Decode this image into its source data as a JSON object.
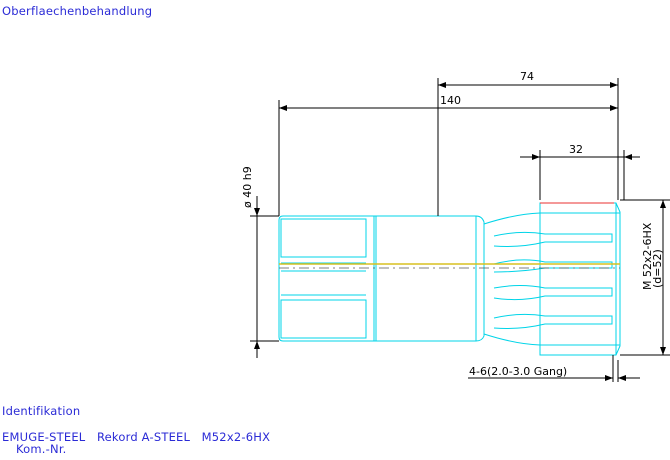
{
  "header": {
    "title": "Oberflaechenbehandlung"
  },
  "drawing": {
    "dimensions": {
      "overall_length": "140",
      "thread_section_length": "74",
      "thread_length": "32",
      "shank_diameter": "ø 40 h9",
      "thread_designation": "M 52x2-6HX",
      "thread_diameter_note": "(d=52)",
      "chamfer_note": "4-6(2.0-3.0 Gang)"
    },
    "colors": {
      "tool_outline": "#00d4e8",
      "centerline": "#d8c020",
      "dimension_lines": "#000000",
      "labels": "#2b2bd6",
      "accent": "#e83030"
    }
  },
  "footer": {
    "section_title": "Identifikation",
    "product_line": "EMUGE-STEEL   Rekord A-STEEL   M52x2-6HX",
    "kom_label": "Kom.-Nr."
  }
}
